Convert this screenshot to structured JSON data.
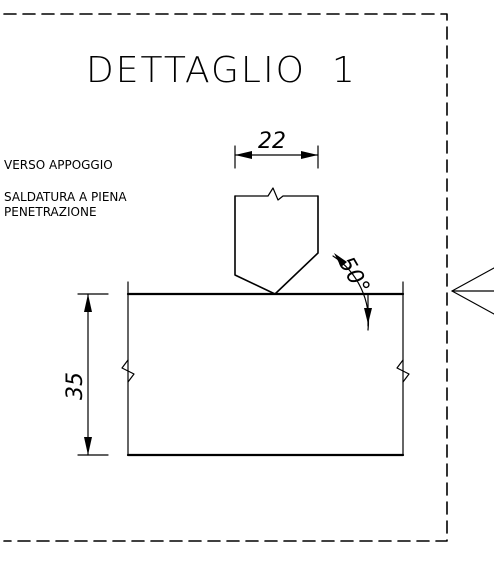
{
  "detail": {
    "title_word": "DETTAGLIO",
    "title_number": "1"
  },
  "notes": {
    "line1": "VERSO APPOGGIO",
    "line2": "SALDATURA A PIENA",
    "line3": "PENETRAZIONE"
  },
  "dimensions": {
    "plate_width": "22",
    "bevel_angle": "50°",
    "thickness": "35"
  }
}
